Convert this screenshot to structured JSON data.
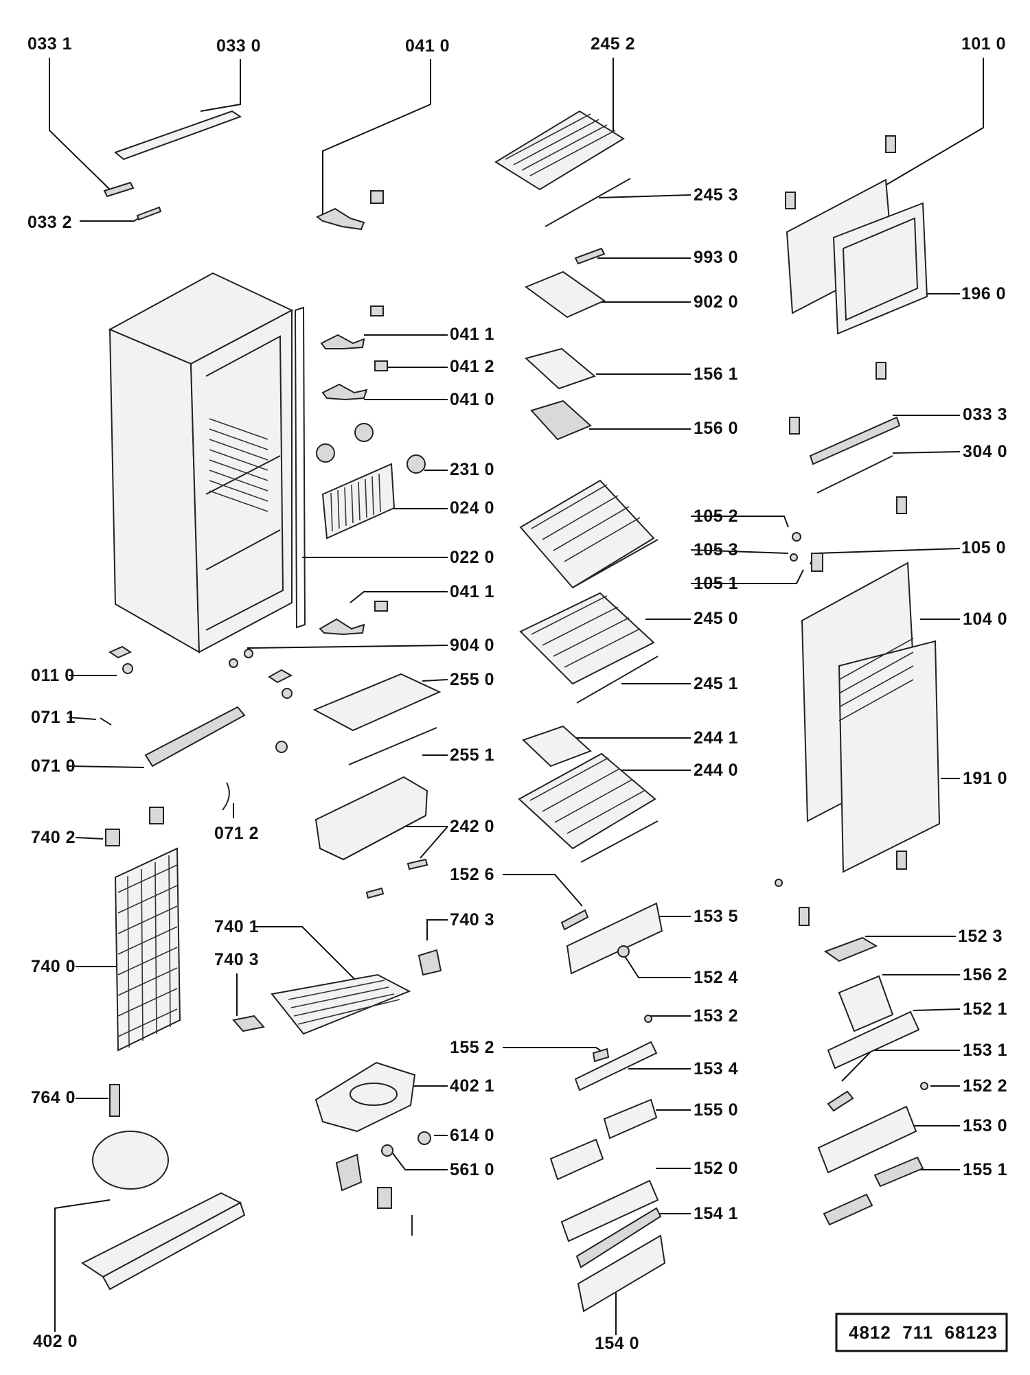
{
  "document_number": "4812  711  68123",
  "labels": {
    "l0331": "033 1",
    "l0330": "033 0",
    "l0410top": "041 0",
    "l2452": "245 2",
    "l1010": "101 0",
    "l0332": "033 2",
    "l2453": "245 3",
    "l9930": "993 0",
    "l9020": "902 0",
    "l1960": "196 0",
    "l0411a": "041 1",
    "l0412": "041 2",
    "l0410mid": "041 0",
    "l1561": "156 1",
    "l1560": "156 0",
    "l0333": "033 3",
    "l3040": "304 0",
    "l2310": "231 0",
    "l0240": "024 0",
    "l1052": "105 2",
    "l1053": "105 3",
    "l1050": "105 0",
    "l1051": "105 1",
    "l0220": "022 0",
    "l0411b": "041 1",
    "l2450": "245 0",
    "l1040": "104 0",
    "l9040": "904 0",
    "l0110": "011 0",
    "l2550": "255 0",
    "l2451": "245 1",
    "l0711": "071 1",
    "l2441": "244 1",
    "l0710": "071 0",
    "l2551": "255 1",
    "l2440": "244 0",
    "l1910": "191 0",
    "l0712": "071 2",
    "l2420": "242 0",
    "l7402": "740 2",
    "l1526": "152 6",
    "l7403a": "740 3",
    "l1535": "153 5",
    "l7401": "740 1",
    "l7403b": "740 3",
    "l1523": "152 3",
    "l7400": "740 0",
    "l1524": "152 4",
    "l1562": "156 2",
    "l1521": "152 1",
    "l1532": "153 2",
    "l1552": "155 2",
    "l1531": "153 1",
    "l1534": "153 4",
    "l7640": "764 0",
    "l4021": "402 1",
    "l1522": "152 2",
    "l1550": "155 0",
    "l1530": "153 0",
    "l6140": "614 0",
    "l5610": "561 0",
    "l1520": "152 0",
    "l1551": "155 1",
    "l1541": "154 1",
    "l4020": "402 0",
    "l1540": "154 0"
  }
}
